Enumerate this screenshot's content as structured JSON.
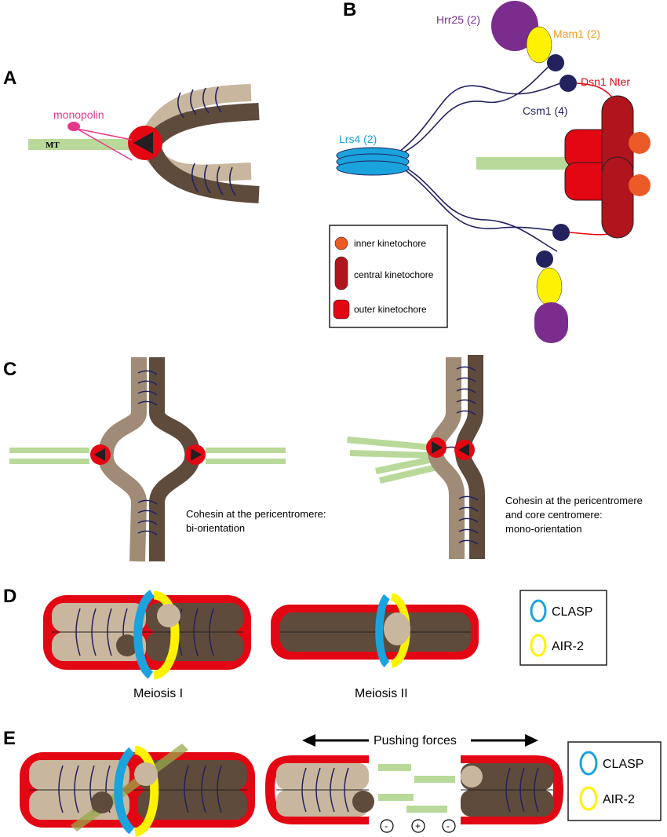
{
  "panels": {
    "A": {
      "letter": "A",
      "monopolin_label": "monopolin",
      "mt_label": "MT"
    },
    "B": {
      "letter": "B",
      "hrr25_label": "Hrr25 (2)",
      "mam1_label": "Mam1 (2)",
      "dsn1_label": "Dsn1 Nter",
      "csm1_label": "Csm1 (4)",
      "lrs4_label": "Lrs4 (2)",
      "legend": {
        "inner": "inner kinetochore",
        "central": "central kinetochore",
        "outer": "outer kinetochore"
      }
    },
    "C": {
      "letter": "C",
      "caption_left_1": "Cohesin at the pericentromere:",
      "caption_left_2": "bi-orientation",
      "caption_right_1": "Cohesin at the pericentromere",
      "caption_right_2": "and core centromere:",
      "caption_right_3": "mono-orientation"
    },
    "D": {
      "letter": "D",
      "meiosis1": "Meiosis I",
      "meiosis2": "Meiosis II",
      "legend": {
        "clasp": "CLASP",
        "air2": "AIR-2"
      }
    },
    "E": {
      "letter": "E",
      "pushing": "Pushing forces",
      "minus1": "-",
      "plus": "+",
      "minus2": "-",
      "legend": {
        "clasp": "CLASP",
        "air2": "AIR-2"
      }
    }
  },
  "colors": {
    "light_brown": "#c8b79e",
    "dark_brown": "#5e4b3c",
    "mid_brown": "#a08b76",
    "red": "#e30613",
    "dark_red": "#b0151e",
    "orange": "#ea5b25",
    "green": "#b9d99a",
    "navy": "#23225e",
    "purple": "#7b2d8e",
    "yellow": "#fff200",
    "blue": "#1aa3dc",
    "pink": "#e6388a",
    "orange_text": "#f39a1f"
  }
}
